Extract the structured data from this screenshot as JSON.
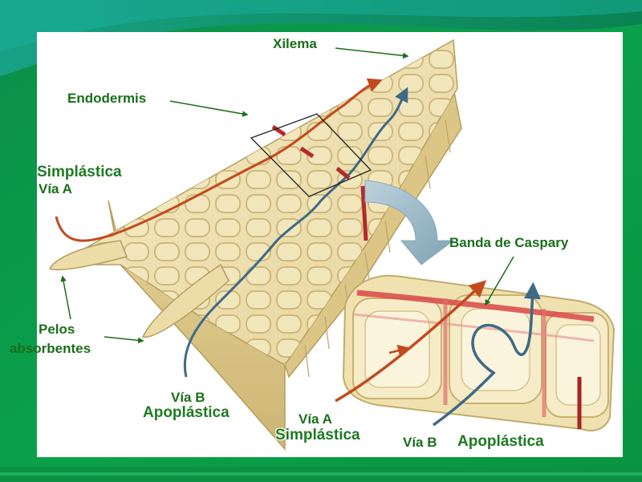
{
  "labels": {
    "xilema": "Xilema",
    "endodermis": "Endodermis",
    "simplastica_left": "Simplástica",
    "via_a_left": "Vía A",
    "pelos": "Pelos",
    "absorbentes": "absorbentes",
    "via_b_bottom": "Vía B",
    "apoplastica_bottom": "Apoplástica",
    "banda_caspary": "Banda de Caspary",
    "via_a_right": "Vía A",
    "simplastica_right": "Simplástica",
    "via_b_right": "Vía B",
    "apoplastica_right": "Apoplástica"
  },
  "colors": {
    "background_green": "#0aa14a",
    "panel": "#ffffff",
    "tissue": "#efe2b4",
    "tissue_dark": "#d8c58c",
    "cell_wall": "#c9b577",
    "symplast_path": "#c24a1e",
    "apoplast_path": "#3d6a86",
    "caspary_band": "#d94848",
    "label_green": "#1a6e1a"
  },
  "icons": {
    "arrow": "curved-arrow-icon",
    "box": "zoom-box-icon"
  }
}
